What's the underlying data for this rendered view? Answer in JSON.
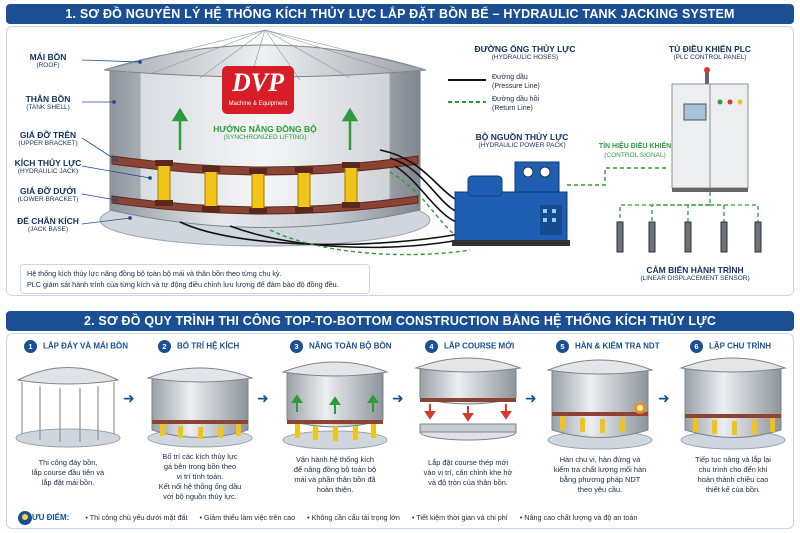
{
  "section1": {
    "title": "1. SƠ ĐỒ NGUYÊN LÝ HỆ THỐNG KÍCH THỦY LỰC LẮP ĐẶT BỒN BỂ – HYDRAULIC TANK JACKING SYSTEM",
    "logo_text": "DVP",
    "logo_sub": "Machine & Equipment",
    "sync_label": "HƯỚNG NÂNG ĐỒNG BỘ",
    "sync_sub": "(SYNCHRONIZED LIFTING)",
    "left_labels": [
      {
        "main": "MÁI BỒN",
        "sub": "(ROOF)"
      },
      {
        "main": "THÂN BỒN",
        "sub": "(TANK SHELL)"
      },
      {
        "main": "GIÁ ĐỠ TRÊN",
        "sub": "(UPPER BRACKET)"
      },
      {
        "main": "KÍCH THỦY LỰC",
        "sub": "(HYDRAULIC JACK)"
      },
      {
        "main": "GIÁ ĐỠ DƯỚI",
        "sub": "(LOWER BRACKET)"
      },
      {
        "main": "ĐẾ CHÂN KÍCH",
        "sub": "(JACK BASE)"
      }
    ],
    "hoses": {
      "title": "ĐƯỜNG ỐNG THỦY LỰC",
      "sub": "(HYDRAULIC HOSES)",
      "pressure": "Đường dầu",
      "pressure_sub": "(Pressure Line)",
      "return": "Đường dầu hồi",
      "return_sub": "(Return Line)"
    },
    "power_pack": {
      "title": "BỘ NGUỒN THỦY LỰC",
      "sub": "(HYDRAULIC POWER PACK)"
    },
    "plc": {
      "title": "TỦ ĐIỀU KHIỂN PLC",
      "sub": "(PLC CONTROL PANEL)"
    },
    "signal": {
      "title": "TÍN HIỆU ĐIỀU KHIỂN",
      "sub": "(CONTROL SIGNAL)"
    },
    "sensor": {
      "title": "CẢM BIẾN HÀNH TRÌNH",
      "sub": "(LINEAR DISPLACEMENT SENSOR)"
    },
    "note_lines": [
      "Hệ thống kích thủy lực nâng đồng bộ toàn bộ mái và thân bồn theo từng chu kỳ.",
      "PLC giám sát hành trình của từng kích và tự động điều chỉnh lưu lượng để đảm bảo độ đồng đều."
    ]
  },
  "section2": {
    "title": "2. SƠ ĐỒ QUY TRÌNH THI CÔNG TOP-TO-BOTTOM CONSTRUCTION BẰNG HỆ THỐNG KÍCH THỦY LỰC",
    "steps": [
      {
        "num": "1",
        "title": "LẮP ĐÁY VÀ MÁI BỒN",
        "desc": [
          "Thi công đáy bồn,",
          "lắp course đầu tiên và",
          "lắp đặt mái bồn."
        ]
      },
      {
        "num": "2",
        "title": "BỐ TRÍ HỆ KÍCH",
        "desc": [
          "Bố trí các kích thủy lực",
          "gá bên trong bồn theo",
          "vị trí tính toán.",
          "Kết nối hệ thống ống dầu",
          "với bộ nguồn thủy lực."
        ]
      },
      {
        "num": "3",
        "title": "NÂNG TOÀN BỘ BỒN",
        "desc": [
          "Vận hành hệ thống kích",
          "để nâng đồng bộ toàn bộ",
          "mái và phần thân bồn đã",
          "hoàn thiện."
        ]
      },
      {
        "num": "4",
        "title": "LẮP COURSE MỚI",
        "desc": [
          "Lắp đặt course thép mới",
          "vào vị trí, căn chỉnh khe hở",
          "và độ tròn của thân bồn."
        ]
      },
      {
        "num": "5",
        "title": "HÀN & KIỂM TRA NDT",
        "desc": [
          "Hàn chu vi, hàn đứng và",
          "kiểm tra chất lượng mối hàn",
          "bằng phương pháp NDT",
          "theo yêu cầu."
        ]
      },
      {
        "num": "6",
        "title": "LẶP CHU TRÌNH",
        "desc": [
          "Tiếp tục nâng và lắp lại",
          "chu trình cho đến khi",
          "hoàn thành chiều cao",
          "thiết kế của bồn."
        ]
      }
    ],
    "advantages_label": "ƯU ĐIỂM:",
    "advantages": [
      "• Thi công chủ yếu dưới mặt đất",
      "• Giảm thiểu làm việc trên cao",
      "• Không cần cẩu tải trọng lớn",
      "• Tiết kiệm thời gian và chi phí",
      "• Nâng cao chất lượng và độ an toàn"
    ]
  },
  "colors": {
    "primary": "#1b4f93",
    "logo": "#d71e28",
    "jack": "#f2c417",
    "bracket": "#7a3b2e",
    "green": "#2e9b3a",
    "red": "#d63a2a"
  }
}
